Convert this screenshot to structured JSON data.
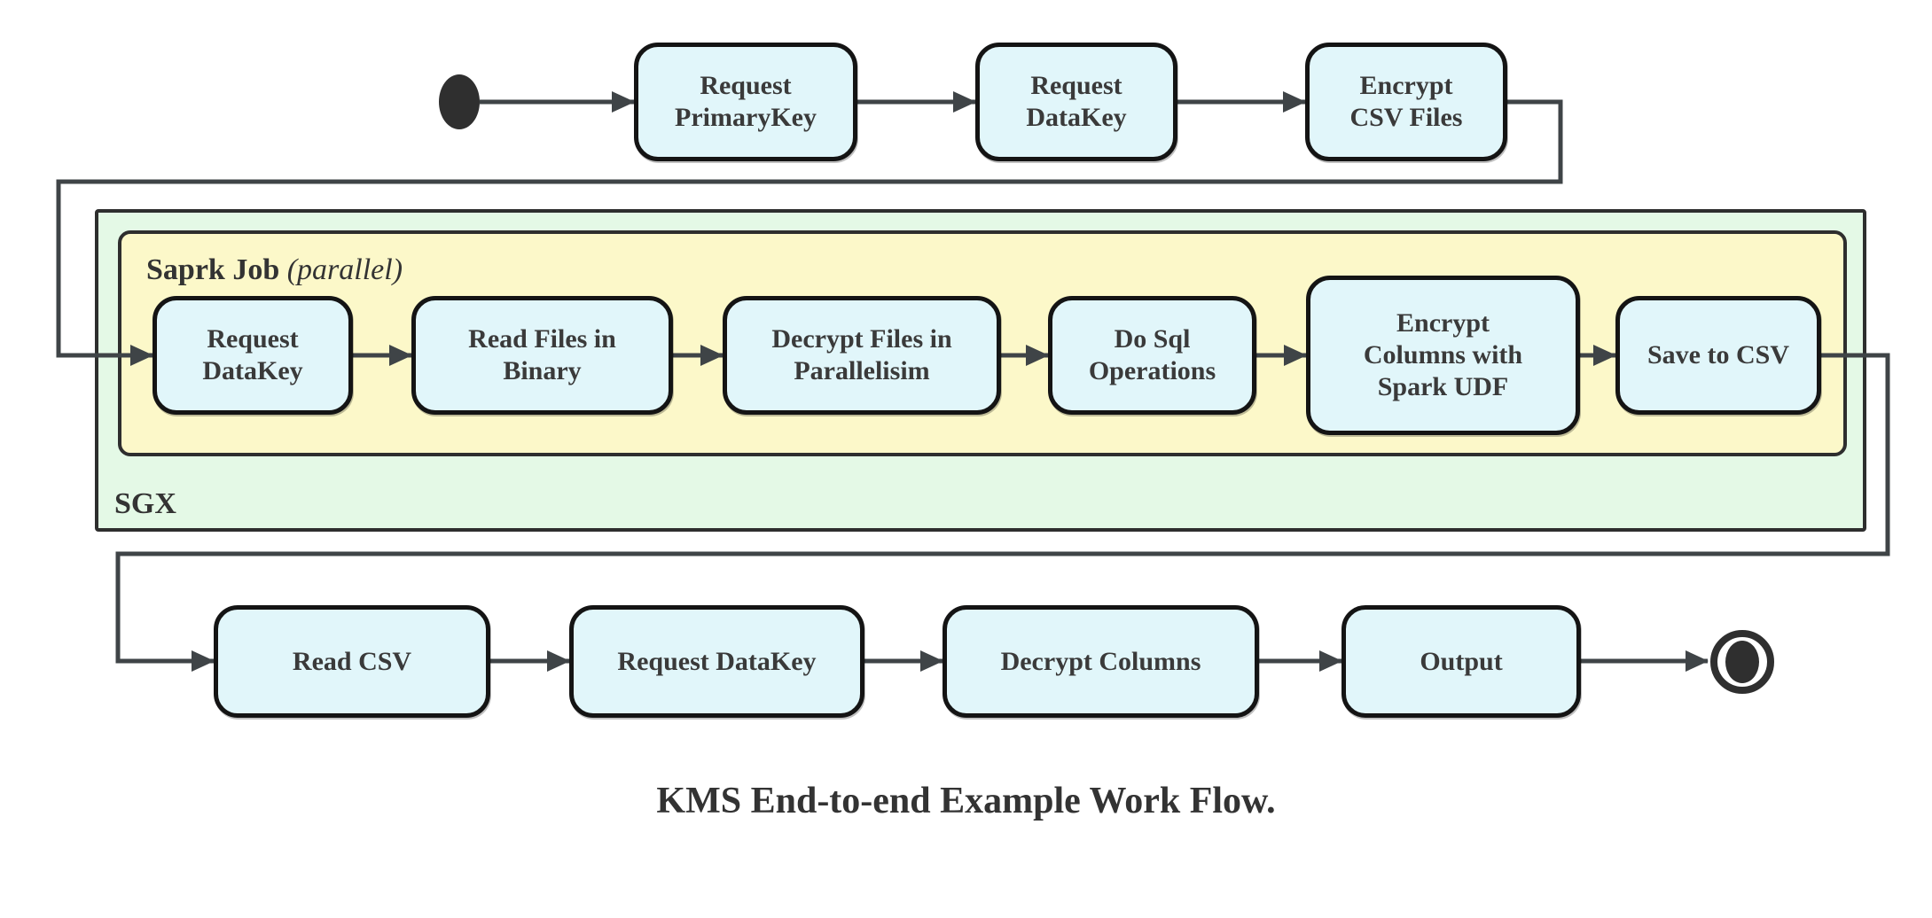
{
  "diagram": {
    "caption": "KMS End-to-end Example Work Flow.",
    "colors": {
      "node_fill": "#e1f6fa",
      "node_border": "#141414",
      "sgx_fill": "#e4f9e6",
      "spark_fill": "#fcf8c9",
      "container_border": "#2e2e2e",
      "edge": "#3f4447",
      "text": "#333333"
    },
    "top_row": {
      "nodes": [
        {
          "id": "request-primarykey",
          "label": "Request\nPrimaryKey"
        },
        {
          "id": "request-datakey",
          "label": "Request\nDataKey"
        },
        {
          "id": "encrypt-csv-files",
          "label": "Encrypt\nCSV Files"
        }
      ]
    },
    "sgx_group": {
      "label": "SGX",
      "spark_group": {
        "label_bold": "Saprk Job",
        "label_italic": "(parallel)",
        "nodes": [
          {
            "id": "sgx-request-datakey",
            "label": "Request\nDataKey"
          },
          {
            "id": "read-files-in-binary",
            "label": "Read Files in\nBinary"
          },
          {
            "id": "decrypt-files-in-parallelisim",
            "label": "Decrypt Files in\nParallelisim"
          },
          {
            "id": "do-sql-operations",
            "label": "Do Sql\nOperations"
          },
          {
            "id": "encrypt-columns-with-spark-udf",
            "label": "Encrypt\nColumns with\nSpark UDF"
          },
          {
            "id": "save-to-csv",
            "label": "Save to CSV"
          }
        ]
      }
    },
    "bottom_row": {
      "nodes": [
        {
          "id": "read-csv",
          "label": "Read CSV"
        },
        {
          "id": "bottom-request-datakey",
          "label": "Request DataKey"
        },
        {
          "id": "decrypt-columns",
          "label": "Decrypt Columns"
        },
        {
          "id": "output",
          "label": "Output"
        }
      ]
    }
  }
}
